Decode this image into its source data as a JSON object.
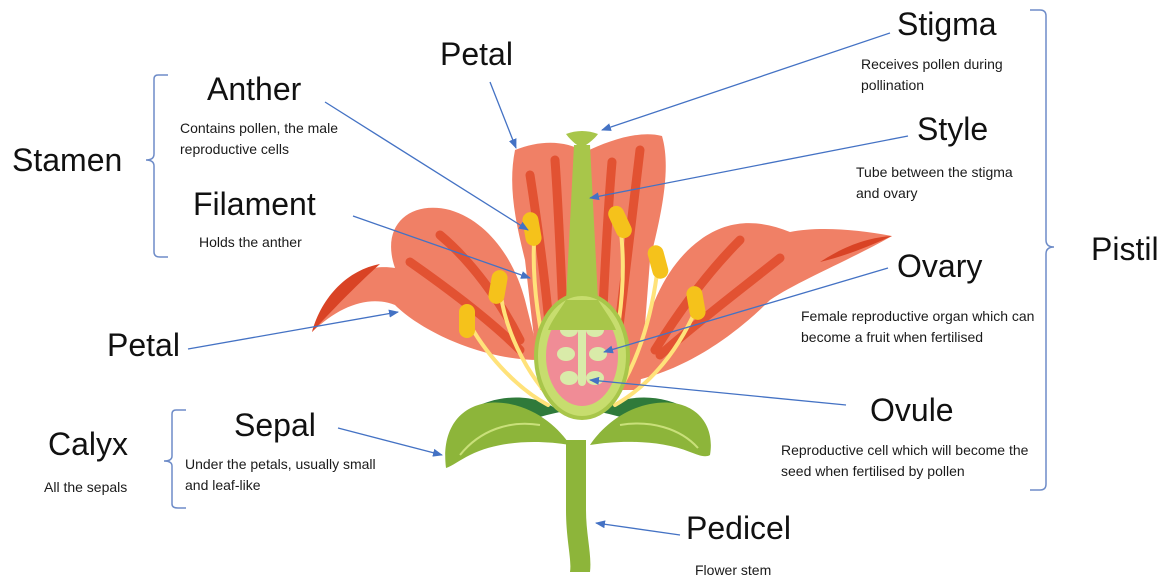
{
  "groups": {
    "stamen": "Stamen",
    "calyx": "Calyx",
    "calyx_desc": "All the sepals",
    "pistil": "Pistil"
  },
  "labels": {
    "petal_top": "Petal",
    "petal_left": "Petal",
    "anther": {
      "title": "Anther",
      "desc": "Contains pollen, the male reproductive cells"
    },
    "filament": {
      "title": "Filament",
      "desc": "Holds the anther"
    },
    "sepal": {
      "title": "Sepal",
      "desc": "Under the petals, usually small and leaf-like"
    },
    "stigma": {
      "title": "Stigma",
      "desc": "Receives pollen during pollination"
    },
    "style": {
      "title": "Style",
      "desc": "Tube between the stigma and ovary"
    },
    "ovary": {
      "title": "Ovary",
      "desc": "Female reproductive organ which can become a fruit when fertilised"
    },
    "ovule": {
      "title": "Ovule",
      "desc": "Reproductive cell which will become the seed when fertilised by pollen"
    },
    "pedicel": {
      "title": "Pedicel",
      "desc": "Flower stem"
    }
  },
  "colors": {
    "petal": "#F08066",
    "petal_dark": "#E04A2A",
    "stamen": "#FFE27A",
    "anther": "#F5C21B",
    "pistil": "#A8C64A",
    "sepal": "#8DB53A",
    "sepal_dark": "#2F7A3A",
    "ovary": "#F08C96",
    "ovule": "#D9EBA9",
    "arrow": "#4472C4",
    "bracket": "#6E8CC8"
  }
}
